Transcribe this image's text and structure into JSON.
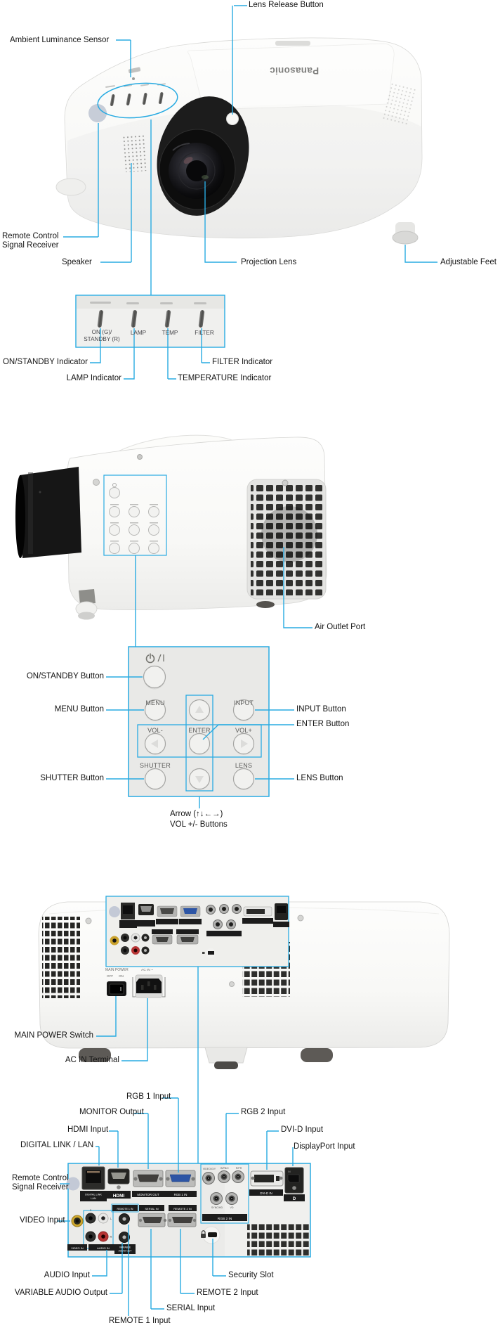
{
  "accent_color": "#29abe2",
  "brand": "Panasonic",
  "top_view": {
    "labels": {
      "lens_release": "Lens Release Button",
      "ambient_sensor": "Ambient Luminance Sensor",
      "remote_receiver_line1": "Remote Control",
      "remote_receiver_line2": "Signal Receiver",
      "speaker": "Speaker",
      "projection_lens": "Projection Lens",
      "adjustable_feet": "Adjustable Feet"
    }
  },
  "indicator_panel": {
    "panel_labels": {
      "on_standby_line1": "ON (G)/",
      "on_standby_line2": "STANDBY (R)",
      "lamp": "LAMP",
      "temp": "TEMP",
      "filter": "FILTER"
    },
    "callouts": {
      "on_standby": "ON/STANDBY Indicator",
      "lamp": "LAMP Indicator",
      "temperature": "TEMPERATURE Indicator",
      "filter": "FILTER Indicator"
    }
  },
  "side_view": {
    "labels": {
      "air_outlet": "Air Outlet Port"
    }
  },
  "control_panel": {
    "power_symbol": "⏻/|",
    "panel_labels": {
      "menu": "MENU",
      "input": "INPUT",
      "vol_minus": "VOL-",
      "enter": "ENTER",
      "vol_plus": "VOL+",
      "shutter": "SHUTTER",
      "lens": "LENS"
    },
    "callouts": {
      "on_standby": "ON/STANDBY Button",
      "menu": "MENU Button",
      "input": "INPUT Button",
      "enter": "ENTER Button",
      "shutter": "SHUTTER Button",
      "lens": "LENS Button",
      "arrow_line1": "Arrow (↑↓←→)",
      "arrow_line2": "VOL +/- Buttons"
    }
  },
  "rear_view": {
    "labels": {
      "main_power": "MAIN POWER Switch",
      "ac_in": "AC IN Terminal"
    },
    "panel_text": {
      "main_power": "MAIN POWER",
      "off": "OFF",
      "on": "ON",
      "ac_in": "AC IN ~"
    }
  },
  "terminal_detail": {
    "callouts": {
      "rgb1": "RGB 1 Input",
      "monitor": "MONITOR Output",
      "hdmi": "HDMI Input",
      "digital_link": "DIGITAL LINK / LAN",
      "remote_receiver_line1": "Remote Control",
      "remote_receiver_line2": "Signal Receiver",
      "video": "VIDEO Input",
      "audio": "AUDIO Input",
      "variable_audio": "VARIABLE AUDIO Output",
      "remote1": "REMOTE 1 Input",
      "serial": "SERIAL Input",
      "remote2": "REMOTE 2 Input",
      "security": "Security Slot",
      "rgb2": "RGB 2 Input",
      "dvid": "DVI-D Input",
      "displayport": "DisplayPort Input"
    },
    "port_labels": {
      "digital_link_line1": "DIGITAL LINK",
      "digital_link_line2": "LAN",
      "hdmi": "HDMI",
      "monitor_out": "MONITOR OUT",
      "rgb1_in": "RGB 1 IN",
      "video_g_y": "VIDEO/G/Y",
      "b_pb_c": "B/PB/C",
      "r_pr": "R/PR",
      "sync_hd": "SYNC/HD",
      "vd": "VD",
      "rgb2_in": "RGB 2 IN",
      "dvid_in": "DVI-D IN",
      "dp": "D",
      "dp_in": "IN",
      "video_in": "VIDEO IN",
      "audio_in": "AUDIO IN",
      "variable_out_line1": "VARIABLE",
      "variable_out_line2": "AUDIO OUT",
      "remote1_in": "REMOTE 1 IN",
      "serial_in": "SERIAL IN",
      "remote2_in": "REMOTE 2 IN",
      "jack_1": "1",
      "jack_l": "L",
      "jack_r": "R"
    }
  }
}
